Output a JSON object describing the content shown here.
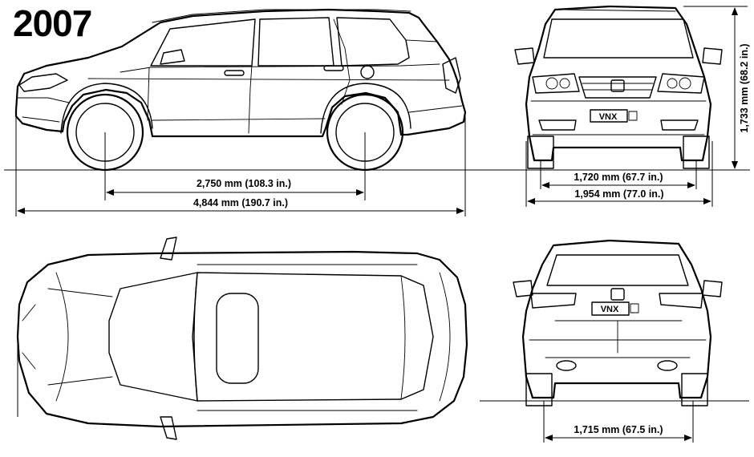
{
  "title": "2007",
  "plate_text": "VNX",
  "dimensions": {
    "wheelbase": "2,750 mm (108.3 in.)",
    "overall_length": "4,844 mm (190.7 in.)",
    "front_track": "1,720 mm (67.7 in.)",
    "overall_width": "1,954 mm (77.0 in.)",
    "overall_height": "1,733 mm (68.2 in.)",
    "rear_track": "1,715 mm (67.5 in.)"
  }
}
